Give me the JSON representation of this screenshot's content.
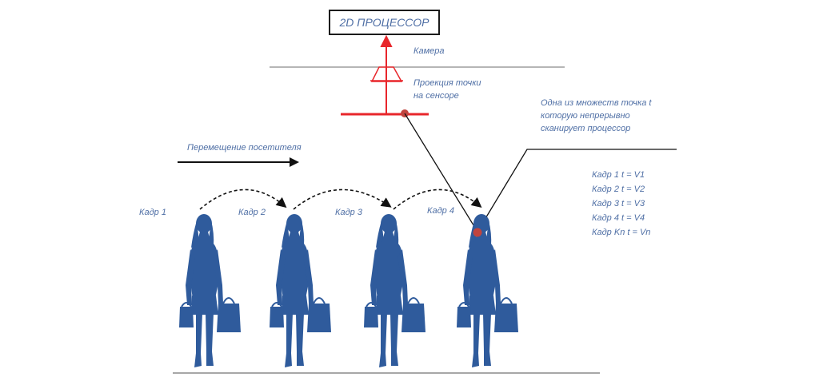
{
  "processor_label": "2D ПРОЦЕССОР",
  "camera_label": "Камера",
  "projection_label": [
    "Проекция точки",
    "на сенсоре"
  ],
  "scan_note": [
    "Одна из множеств точка t",
    "которую непрерывно",
    "сканирует  процессор"
  ],
  "movement_label": "Перемещение посетителя",
  "frames": [
    "Кадр 1",
    "Кадр 2",
    "Кадр 3",
    "Кадр 4"
  ],
  "frame_values": [
    "Кадр 1  t = V1",
    "Кадр 2  t = V2",
    "Кадр 3  t = V3",
    "Кадр 4  t = V4",
    "Кадр Kn  t = Vn"
  ],
  "colors": {
    "accent_red": "#e8262b",
    "figure_blue": "#2f5b9c",
    "text_blue": "#4f6fa5",
    "point_red": "#c1443e"
  }
}
